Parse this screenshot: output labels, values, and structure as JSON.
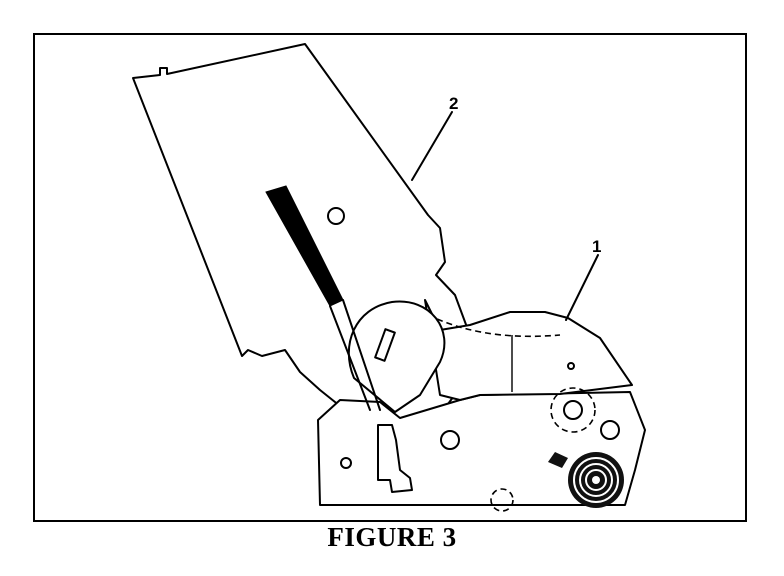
{
  "figure": {
    "caption": "FIGURE 3",
    "callouts": [
      {
        "id": "1",
        "label": "1"
      },
      {
        "id": "2",
        "label": "2"
      }
    ]
  }
}
